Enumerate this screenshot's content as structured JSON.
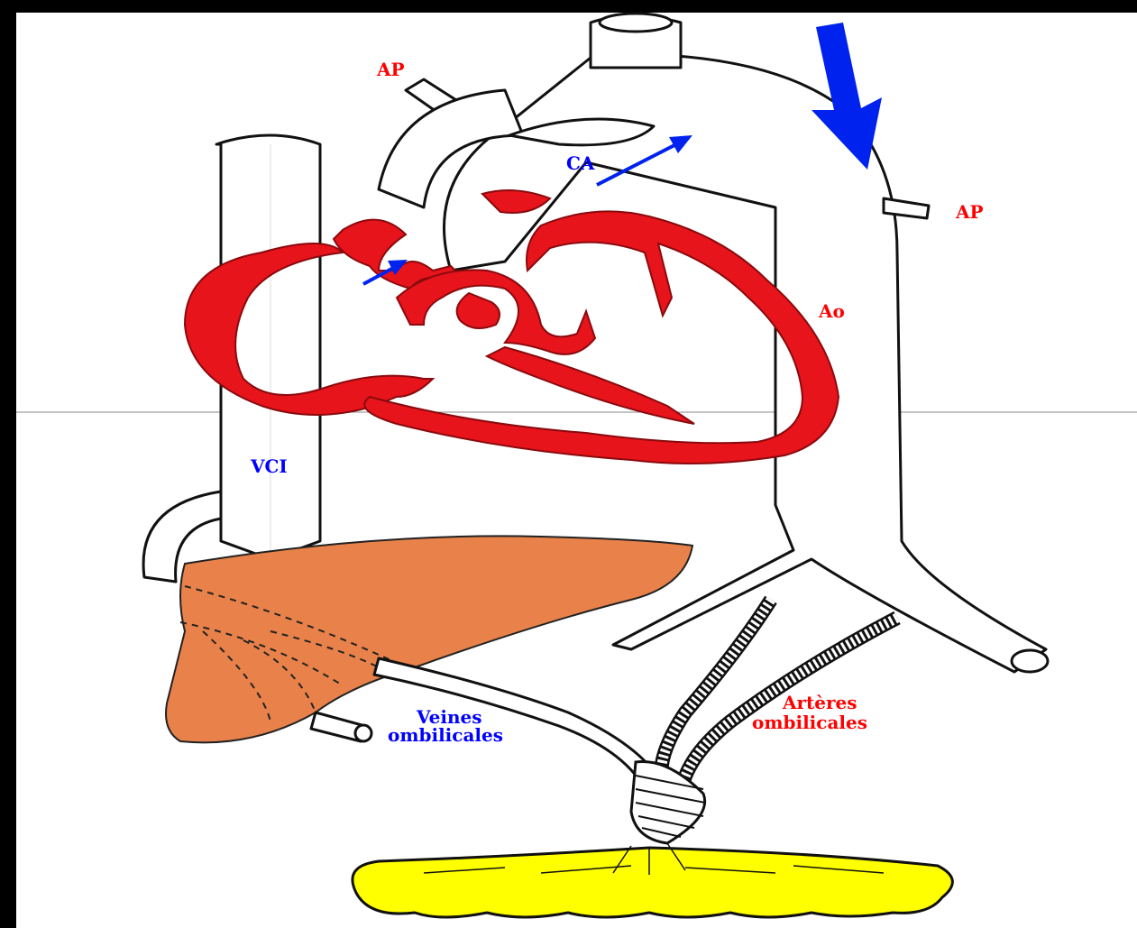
{
  "colors": {
    "background_frame": "#000000",
    "canvas": "#ffffff",
    "heart_wall": "#e8141b",
    "liver": "#e8824a",
    "placenta": "#ffff00",
    "label_red": "#ff0000",
    "label_blue": "#0000ff",
    "arrow_blue": "#0022ee"
  },
  "labels": {
    "ap_top": "AP",
    "ap_right": "AP",
    "ca": "CA",
    "ao": "Ao",
    "vci": "VCI",
    "veines_line1": "Veines",
    "veines_line2": "ombilicales",
    "arteres_line1": "Artères",
    "arteres_line2": "ombilicales"
  }
}
